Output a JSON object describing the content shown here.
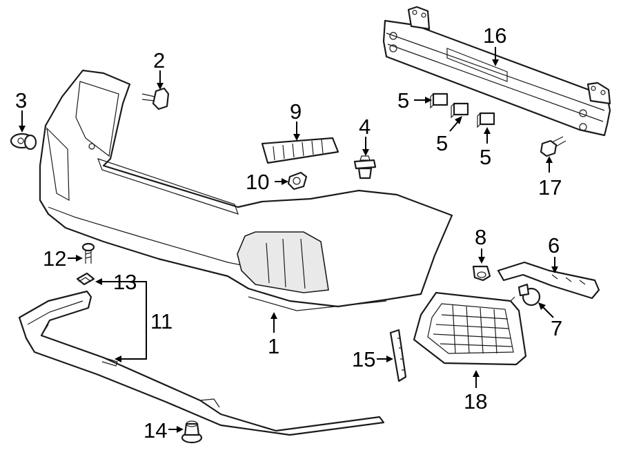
{
  "diagram": {
    "callouts": [
      {
        "id": "1",
        "label": "1",
        "part": "bumper-cover"
      },
      {
        "id": "2",
        "label": "2",
        "part": "bolt"
      },
      {
        "id": "3",
        "label": "3",
        "part": "nut"
      },
      {
        "id": "4",
        "label": "4",
        "part": "retainer-clip"
      },
      {
        "id": "5a",
        "label": "5",
        "part": "spacer-pad"
      },
      {
        "id": "5b",
        "label": "5",
        "part": "spacer-pad"
      },
      {
        "id": "5c",
        "label": "5",
        "part": "spacer-pad"
      },
      {
        "id": "6",
        "label": "6",
        "part": "side-bracket"
      },
      {
        "id": "7",
        "label": "7",
        "part": "push-clip"
      },
      {
        "id": "8",
        "label": "8",
        "part": "grommet"
      },
      {
        "id": "9",
        "label": "9",
        "part": "center-bracket"
      },
      {
        "id": "10",
        "label": "10",
        "part": "clip"
      },
      {
        "id": "11",
        "label": "11",
        "part": "lower-spoiler"
      },
      {
        "id": "12",
        "label": "12",
        "part": "screw"
      },
      {
        "id": "13",
        "label": "13",
        "part": "clip-nut"
      },
      {
        "id": "14",
        "label": "14",
        "part": "push-retainer"
      },
      {
        "id": "15",
        "label": "15",
        "part": "grille-bracket"
      },
      {
        "id": "16",
        "label": "16",
        "part": "impact-bar"
      },
      {
        "id": "17",
        "label": "17",
        "part": "flange-bolt"
      },
      {
        "id": "18",
        "label": "18",
        "part": "side-grille"
      }
    ],
    "colors": {
      "line": "#1a1a1a",
      "background": "#ffffff",
      "shade": "#e9e9e9"
    }
  }
}
